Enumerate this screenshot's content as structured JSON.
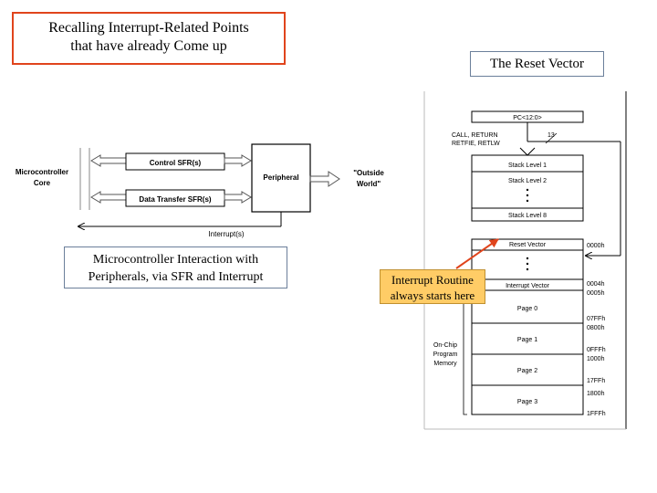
{
  "title": {
    "line1": "Recalling Interrupt-Related Points",
    "line2": "that have already Come up"
  },
  "reset_vector_label": "The Reset Vector",
  "left_diagram": {
    "core_line1": "Microcontroller",
    "core_line2": "Core",
    "control_sfr": "Control SFR(s)",
    "data_sfr": "Data Transfer SFR(s)",
    "peripheral": "Peripheral",
    "outside_line1": "\"Outside",
    "outside_line2": "World\"",
    "interrupts": "Interrupt(s)"
  },
  "caption": {
    "line1": "Microcontroller Interaction with",
    "line2": "Peripherals, via SFR and Interrupt"
  },
  "interrupt_note": {
    "line1": "Interrupt Routine",
    "line2": "always starts here"
  },
  "memory_map": {
    "pc_label": "PC<12:0>",
    "call_line1": "CALL, RETURN",
    "call_line2": "RETFIE, RETLW",
    "bits": "13",
    "stack_level_1": "Stack Level 1",
    "stack_level_2": "Stack Level 2",
    "stack_level_8": "Stack Level 8",
    "reset_vector": "Reset Vector",
    "interrupt_vector": "Interrupt Vector",
    "page0": "Page 0",
    "page1": "Page 1",
    "page2": "Page 2",
    "page3": "Page 3",
    "onchip_line1": "On-Chip",
    "onchip_line2": "Program",
    "onchip_line3": "Memory",
    "addr_0000": "0000h",
    "addr_0004": "0004h",
    "addr_0005": "0005h",
    "addr_07ff": "07FFh",
    "addr_0800": "0800h",
    "addr_0fff": "0FFFh",
    "addr_1000": "1000h",
    "addr_17ff": "17FFh",
    "addr_1800": "1800h",
    "addr_1fff": "1FFFh"
  }
}
